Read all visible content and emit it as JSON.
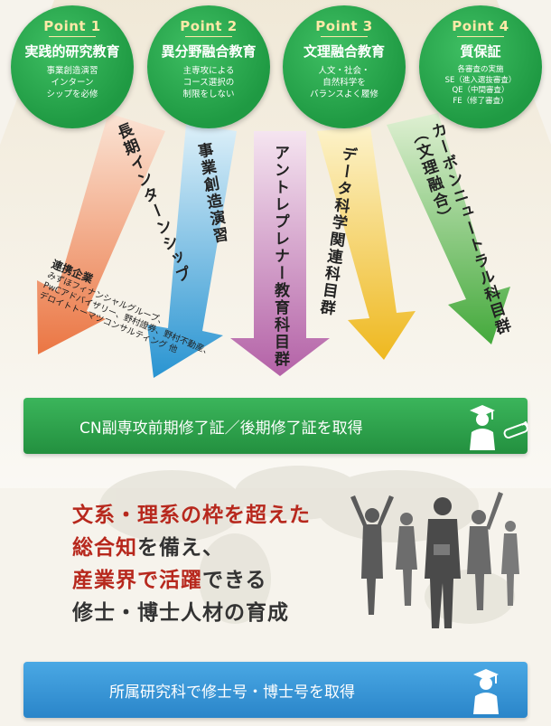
{
  "points": [
    {
      "label": "Point 1",
      "title": "実践的研究教育",
      "desc": [
        "事業創造演習",
        "インターン",
        "シップを必修"
      ]
    },
    {
      "label": "Point 2",
      "title": "異分野融合教育",
      "desc": [
        "主専攻による",
        "コース選択の",
        "制限をしない"
      ]
    },
    {
      "label": "Point 3",
      "title": "文理融合教育",
      "desc": [
        "人文・社会・",
        "自然科学を",
        "バランスよく履修"
      ]
    },
    {
      "label": "Point 4",
      "title": "質保証",
      "desc": [
        "各審査の実施",
        "SE（進入選抜審査）",
        "QE（中間審査）",
        "FE（修了審査）"
      ]
    }
  ],
  "arrows": [
    {
      "label": "長期インターンシップ",
      "color": "#f08a5d"
    },
    {
      "label": "事業創造演習",
      "color": "#3aa6dd"
    },
    {
      "label": "アントレプレナー教育科目群",
      "color": "#c77bb8"
    },
    {
      "label": "データ科学関連科目群",
      "color": "#f2c230"
    },
    {
      "label": "カーボンニュートラル科目群",
      "sub": "（文理融合）",
      "color": "#55b84a"
    }
  ],
  "partners": {
    "title": "連携企業",
    "lines": [
      "みずほフィナンシャルグループ、",
      "PwCアドバイザリー、野村證券、野村不動産、",
      "デロイトトーマツコンサルティング 他"
    ]
  },
  "cn_bar": {
    "text": "CN副専攻前期修了証／後期修了証を取得",
    "color": "#2e9e4a"
  },
  "headline": {
    "line1": "文系・理系の枠を超えた",
    "line2_red": "総合知",
    "line2_rest": "を備え、",
    "line3_red": "産業界で活躍",
    "line3_rest": "できる",
    "line4": "修士・博士人材の育成",
    "red": "#b7281d",
    "dark": "#333333"
  },
  "degree_bar": {
    "text": "所属研究科で修士号・博士号を取得",
    "color": "#3a9ad8"
  }
}
